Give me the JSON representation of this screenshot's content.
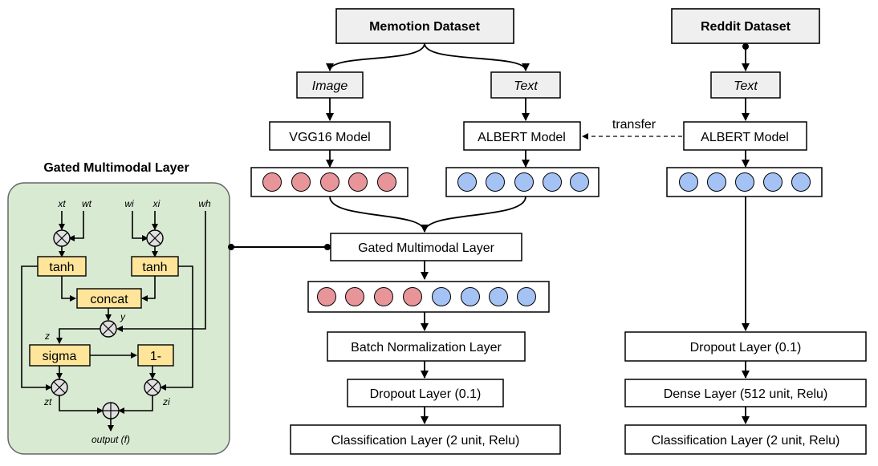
{
  "main": {
    "memotion_dataset": "Memotion Dataset",
    "reddit_dataset": "Reddit Dataset",
    "image_input": "Image",
    "text_input_memotion": "Text",
    "text_input_reddit": "Text",
    "vgg16": "VGG16 Model",
    "albert_memotion": "ALBERT Model",
    "albert_reddit": "ALBERT Model",
    "transfer_label": "transfer",
    "gated_layer": "Gated Multimodal Layer",
    "batch_norm": "Batch Normalization Layer",
    "dropout_left": "Dropout Layer (0.1)",
    "classification_left": "Classification Layer (2 unit, Relu)",
    "dropout_right": "Dropout Layer (0.1)",
    "dense_right": "Dense Layer (512 unit, Relu)",
    "classification_right": "Classification Layer (2 unit, Relu)"
  },
  "gml_panel": {
    "title": "Gated Multimodal Layer",
    "inputs": {
      "xt": "xt",
      "wt": "wt",
      "wi": "wi",
      "xi": "xi",
      "wh": "wh"
    },
    "tanh_left": "tanh",
    "tanh_right": "tanh",
    "concat": "concat",
    "sigma": "sigma",
    "one_minus": "1-",
    "y": "y",
    "z": "z",
    "zt": "zt",
    "zi": "zi",
    "output": "output (f)"
  },
  "colors": {
    "red_node": "#e8959a",
    "blue_node": "#a4c2f4",
    "panel_fill": "#d9ead3",
    "yellow_box": "#ffe599",
    "header_box": "#efefef"
  }
}
